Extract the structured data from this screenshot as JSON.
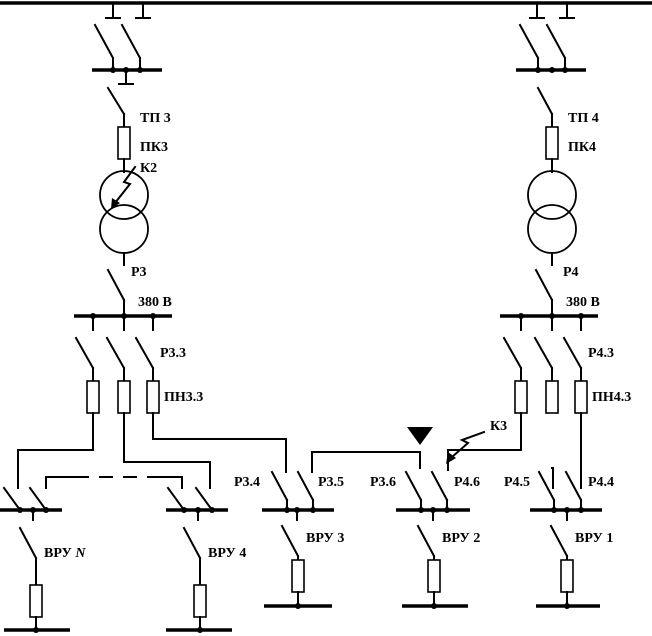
{
  "labels": {
    "tp3": "ТП 3",
    "pk3": "ПК3",
    "k2": "К2",
    "tp4": "ТП 4",
    "pk4": "ПК4",
    "p3": "Р3",
    "p4": "Р4",
    "v380_left": "380 В",
    "v380_right": "380 В",
    "p33": "Р3.3",
    "pn33": "ПН3.3",
    "p43": "Р4.3",
    "pn43": "ПН4.3",
    "k3": "К3",
    "p34": "Р3.4",
    "p35": "Р3.5",
    "p36": "Р3.6",
    "p46": "Р4.6",
    "p45": "Р4.5",
    "p44": "Р4.4",
    "vru_n_prefix": "ВРУ",
    "vru_n_suffix": "N",
    "vru4": "ВРУ 4",
    "vru3": "ВРУ 3",
    "vru2": "ВРУ 2",
    "vru1": "ВРУ 1"
  }
}
